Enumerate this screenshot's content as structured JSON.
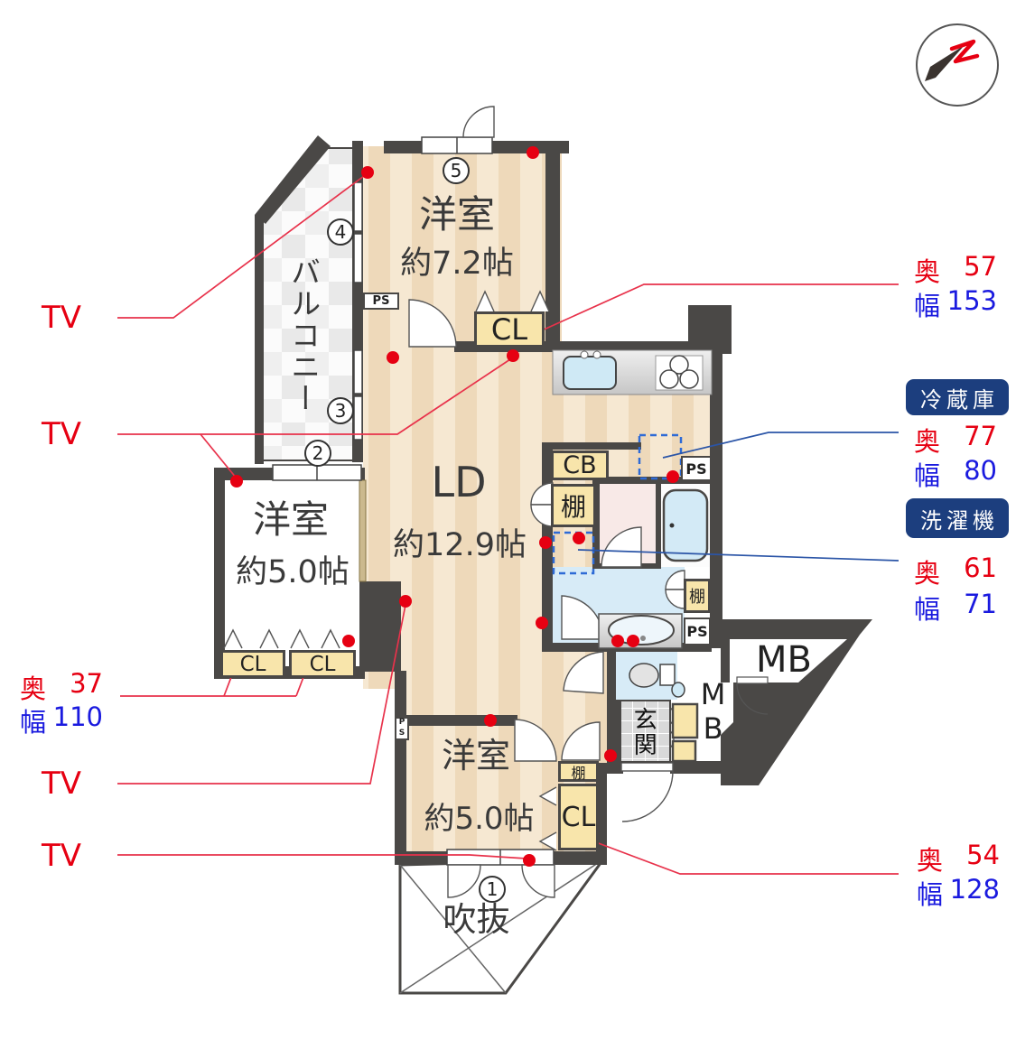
{
  "rooms": {
    "western5": {
      "name": "洋室",
      "size": "約7.2帖"
    },
    "western2": {
      "name": "洋室",
      "size": "約5.0帖"
    },
    "western1": {
      "name": "洋室",
      "size": "約5.0帖"
    },
    "ld": {
      "name": "LD",
      "size": "約12.9帖"
    },
    "balcony": {
      "name": "バルコニー"
    },
    "genkan": {
      "name": "玄関"
    },
    "void": {
      "name": "吹抜"
    }
  },
  "labels": {
    "cl": "CL",
    "cb": "CB",
    "ps": "PS",
    "mb": "MB",
    "shelf": "棚"
  },
  "circled_numbers": {
    "n1": "1",
    "n2": "2",
    "n3": "3",
    "n4": "4",
    "n5": "5"
  },
  "annotations": {
    "tv_label": "TV",
    "top_cl": {
      "depth_label": "奥",
      "depth_value": "57",
      "width_label": "幅",
      "width_value": "153"
    },
    "left_cl": {
      "depth_label": "奥",
      "depth_value": "37",
      "width_label": "幅",
      "width_value": "110"
    },
    "bottom_cl": {
      "depth_label": "奥",
      "depth_value": "54",
      "width_label": "幅",
      "width_value": "128"
    },
    "fridge": {
      "badge": "冷蔵庫",
      "depth_label": "奥",
      "depth_value": "77",
      "width_label": "幅",
      "width_value": "80"
    },
    "washer": {
      "badge": "洗濯機",
      "depth_label": "奥",
      "depth_value": "61",
      "width_label": "幅",
      "width_value": "71"
    }
  },
  "colors": {
    "wall": "#4a4846",
    "floor_a": "#f6e8d2",
    "floor_b": "#eed9ba",
    "closet_yellow": "#f8e5ab",
    "water_blue": "#d7ebf7",
    "pink": "#f8e9e7",
    "accent_red": "#e60012",
    "accent_blue": "#1a1adf",
    "badge_navy": "#1c3e7e",
    "leader_red": "#e8324b",
    "leader_blue": "#2b55a7"
  }
}
